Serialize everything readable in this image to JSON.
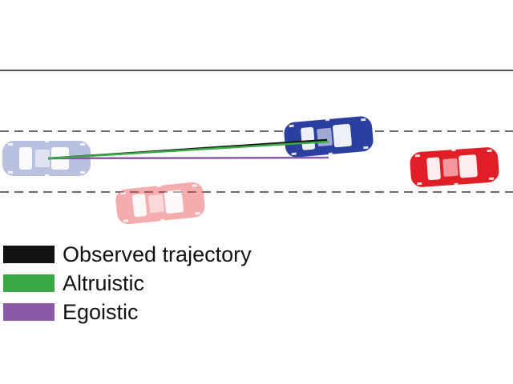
{
  "colors": {
    "background": "#ffffff",
    "road_edge": "#1a1a1a",
    "lane_marking": "#3a3a3a",
    "observed_trajectory": "#111111",
    "altruistic": "#3aa845",
    "egoistic": "#8a5aa6",
    "ego_car_past": "#b3bddb",
    "ego_car": "#2a3f9e",
    "car_front": "#e01e26",
    "car_behind": "#f4a6a8"
  },
  "scene": {
    "cars": [
      {
        "name": "ego-car-ghost-icon",
        "color_key": "ego_car_past",
        "role": "ego vehicle earlier position"
      },
      {
        "name": "ego-car-icon",
        "color_key": "ego_car",
        "role": "ego vehicle"
      },
      {
        "name": "lead-car-icon",
        "color_key": "car_front",
        "role": "vehicle ahead in target lane"
      },
      {
        "name": "rear-car-icon",
        "color_key": "car_behind",
        "role": "vehicle behind in adjacent lane"
      }
    ]
  },
  "legend": {
    "items": [
      {
        "label": "Observed trajectory",
        "color_key": "observed_trajectory"
      },
      {
        "label": "Altruistic",
        "color_key": "altruistic"
      },
      {
        "label": "Egoistic",
        "color_key": "egoistic"
      }
    ]
  }
}
